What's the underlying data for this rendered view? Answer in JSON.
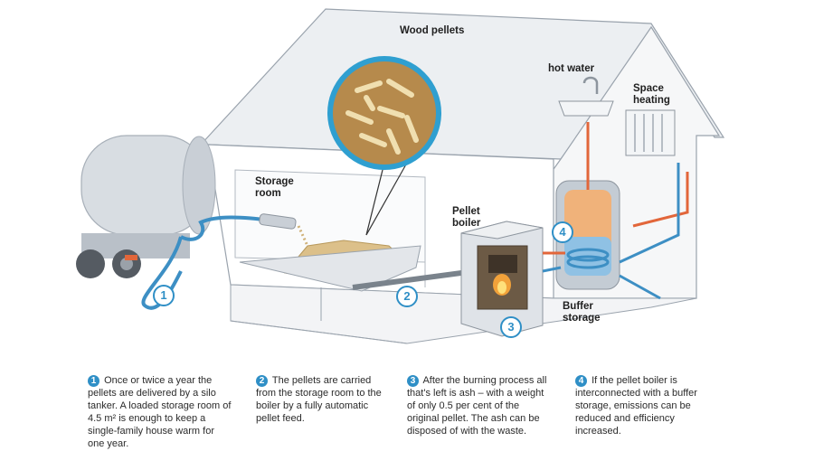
{
  "labels": {
    "wood_pellets": "Wood pellets",
    "hot_water": "hot water",
    "space_heating_1": "Space",
    "space_heating_2": "heating",
    "storage_room_1": "Storage",
    "storage_room_2": "room",
    "pellet_boiler_1": "Pellet",
    "pellet_boiler_2": "boiler",
    "buffer_storage_1": "Buffer",
    "buffer_storage_2": "storage"
  },
  "steps": [
    {
      "number": "1",
      "text": "Once or twice a year the pellets are delivered by a silo tanker. A loaded storage room of 4.5 m² is enough to keep a single-family house warm for one year."
    },
    {
      "number": "2",
      "text": "The pellets are carried from the storage room to the boiler by a fully automatic pellet feed."
    },
    {
      "number": "3",
      "text": "After the burning process all that's left is ash – with a weight of only 0.5 per cent of the original pellet. The ash can be disposed of with the waste."
    },
    {
      "number": "4",
      "text": "If the pellet boiler is interconnected with a buffer storage, emissions can be reduced and efficiency increased."
    }
  ],
  "colors": {
    "house_outline": "#9aa3ad",
    "roof": "#e9ecef",
    "wall": "#ffffff",
    "pipe_blue": "#3d8fc4",
    "pipe_red": "#e2663a",
    "tanker": "#d9dde2",
    "pellets": "#d9b97a",
    "accent": "#2f8fc6"
  }
}
